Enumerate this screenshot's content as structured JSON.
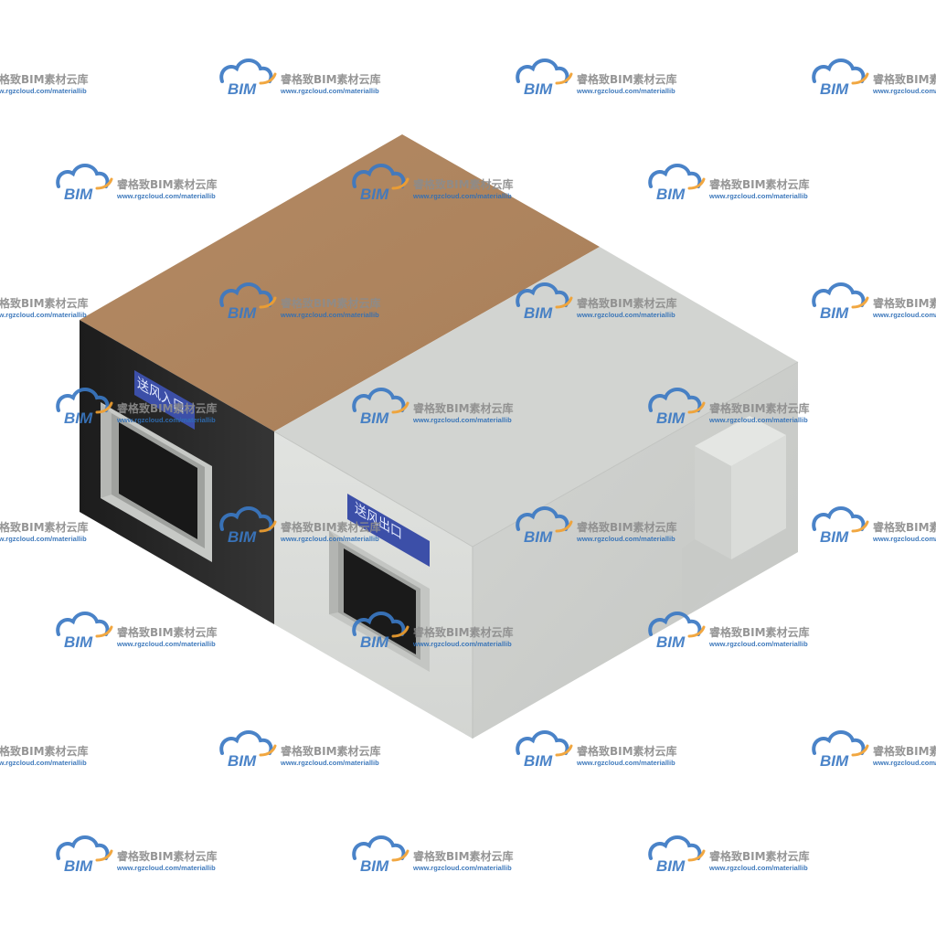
{
  "watermark": {
    "logo_text": "BIM",
    "title": "睿格致BIM素材云库",
    "url": "www.rgzcloud.com/materiallib",
    "colors": {
      "cloud": "#3a78c3",
      "accent": "#f0a030",
      "title": "#8c8c8c",
      "url": "#2f6fb7"
    }
  },
  "model": {
    "signs": {
      "left": "送风入口",
      "front": "送风出口"
    },
    "colors": {
      "top_copper": "#b08660",
      "top_grey": "#d3d5d2",
      "front_face": "#dcdedb",
      "right_face": "#cfd1ce",
      "dark_face": "#2a2a2a",
      "sign_plate": "#3c4fa8"
    }
  }
}
